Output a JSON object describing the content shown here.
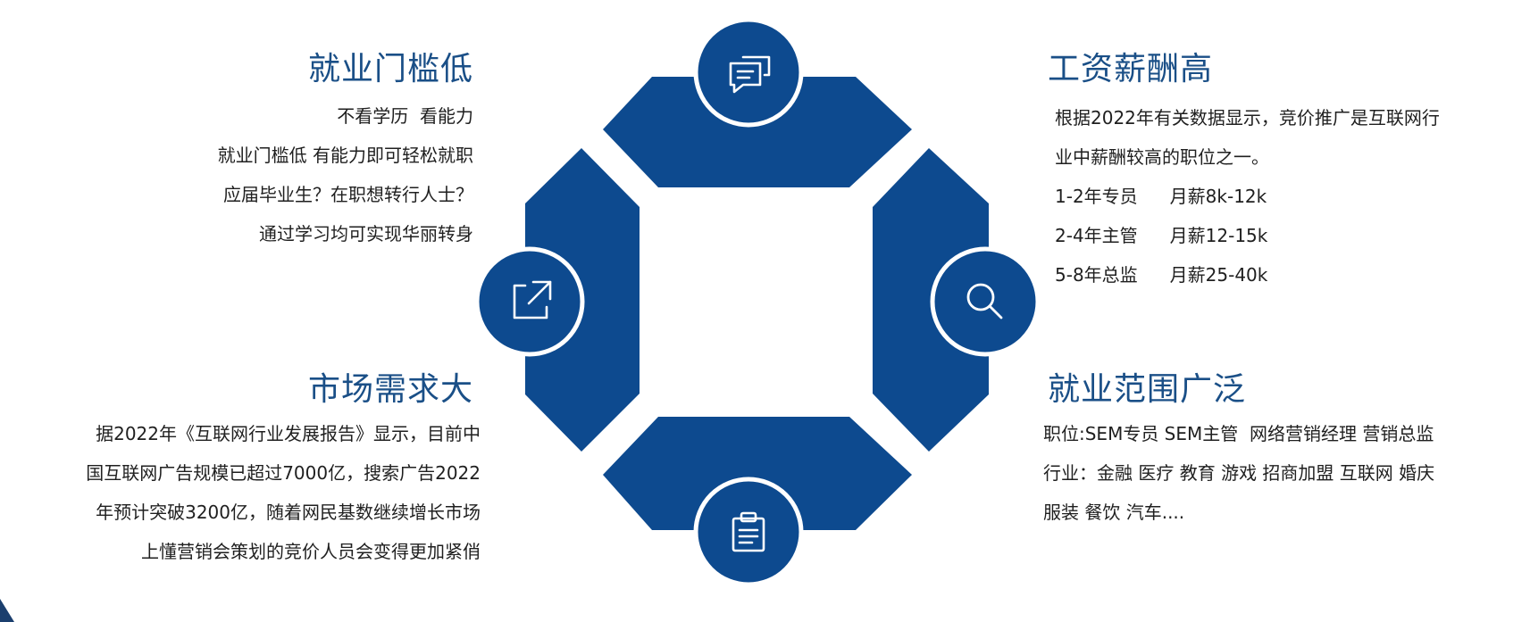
{
  "colors": {
    "primary": "#0d4a8f",
    "title": "#1a4f87",
    "text": "#1f1f1f"
  },
  "blocks": {
    "top_left": {
      "title": "就业门槛低",
      "lines": [
        "不看学历  看能力",
        "就业门槛低 有能力即可轻松就职",
        "应届毕业生？在职想转行人士？",
        "通过学习均可实现华丽转身"
      ]
    },
    "top_right": {
      "title": "工资薪酬高",
      "intro": [
        "根据2022年有关数据显示，竞价推广是互联网行",
        "业中薪酬较高的职位之一。"
      ],
      "salary_rows": [
        {
          "role": "1-2年专员",
          "pay": "月薪8k-12k"
        },
        {
          "role": "2-4年主管",
          "pay": "月薪12-15k"
        },
        {
          "role": "5-8年总监",
          "pay": "月薪25-40k"
        }
      ]
    },
    "bottom_left": {
      "title": "市场需求大",
      "lines": [
        "据2022年《互联网行业发展报告》显示，目前中",
        "国互联网广告规模已超过7000亿，搜索广告2022",
        "年预计突破3200亿，随着网民基数继续增长市场",
        "上懂营销会策划的竞价人员会变得更加紧俏"
      ]
    },
    "bottom_right": {
      "title": "就业范围广泛",
      "lines": [
        "职位:SEM专员 SEM主管  网络营销经理 营销总监",
        "行业：金融 医疗 教育 游戏 招商加盟 互联网 婚庆",
        "服装 餐饮 汽车...."
      ]
    }
  },
  "icons": {
    "top": "chat-bubbles-icon",
    "left": "external-link-icon",
    "right": "search-icon",
    "bottom": "clipboard-icon"
  }
}
